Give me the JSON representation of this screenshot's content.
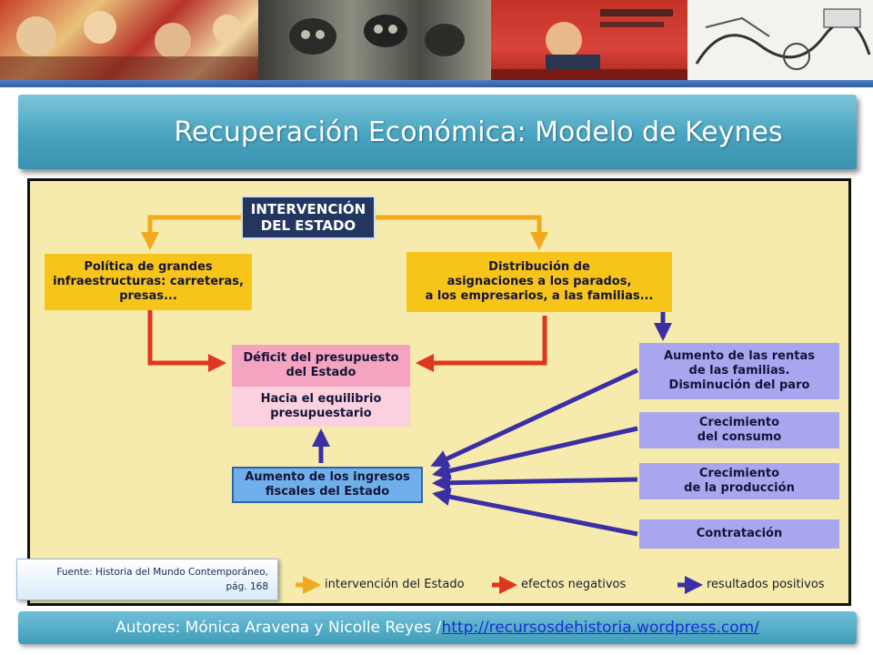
{
  "slide": {
    "title": "Recuperación Económica: Modelo de Keynes"
  },
  "banner": {
    "images": [
      "illustration-1",
      "illustration-2",
      "illustration-3",
      "illustration-4"
    ]
  },
  "diagram": {
    "nodes": {
      "intervencion": "INTERVENCIÓN\nDEL ESTADO",
      "infraestructuras": "Política de grandes\ninfraestructuras: carreteras,\npresas...",
      "asignaciones": "Distribución de\nasignaciones a los parados,\na los empresarios, a las familias...",
      "deficit": "Déficit del presupuesto\ndel Estado",
      "equilibrio": "Hacia el equilibrio\npresupuestario",
      "ingresos": "Aumento de los ingresos\nfiscales del Estado",
      "rentas": "Aumento de las rentas\nde las familias.\nDisminución del paro",
      "consumo": "Crecimiento\ndel consumo",
      "produccion": "Crecimiento\nde la producción",
      "contratacion": "Contratación"
    },
    "legend": {
      "intervencion": "intervención del Estado",
      "negativos": "efectos negativos",
      "positivos": "resultados positivos"
    },
    "colors": {
      "intervencion_arrow": "#f2a91d",
      "negativos_arrow": "#e0351f",
      "positivos_arrow": "#3b2fa6"
    }
  },
  "source": {
    "line1": "Fuente: Historia del Mundo Contemporáneo,",
    "line2": "pág. 168"
  },
  "footer": {
    "authors": "Autores: Mónica Aravena y Nicolle Reyes /",
    "link": "http://recursosdehistoria.wordpress.com/"
  }
}
